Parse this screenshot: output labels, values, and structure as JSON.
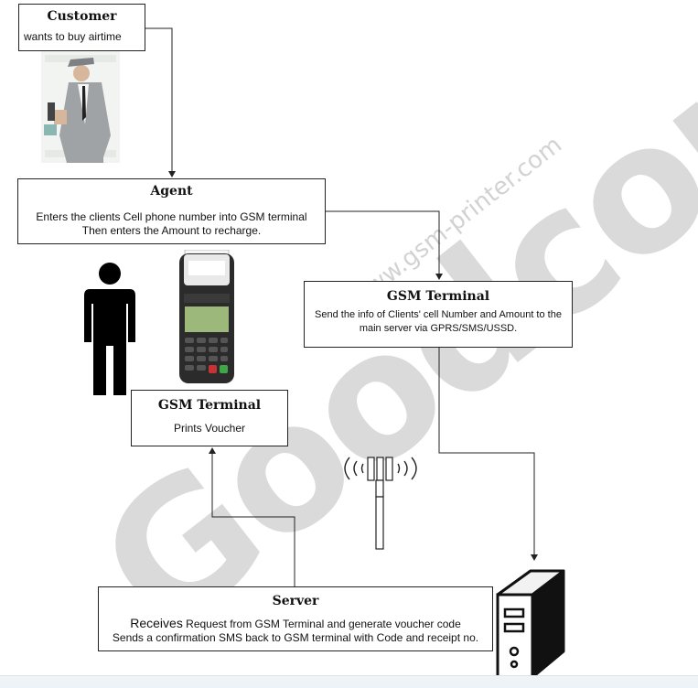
{
  "customer": {
    "title": "Customer",
    "text": "wants to buy airtime"
  },
  "agent": {
    "title": "Agent",
    "line1": "Enters the clients Cell phone number into GSM terminal",
    "line2": "Then enters the Amount to recharge."
  },
  "gsm_terminal_send": {
    "title": "GSM Terminal",
    "line1": "Send the info of Clients' cell Number and Amount to the",
    "line2": "main server via GPRS/SMS/USSD."
  },
  "gsm_terminal_print": {
    "title": "GSM Terminal",
    "text": "Prints Voucher"
  },
  "server": {
    "title": "Server",
    "line1_lead": "Receives",
    "line1_rest": " Request from GSM Terminal and generate voucher code",
    "line2": "Sends a confirmation SMS back to GSM terminal with Code and receipt no."
  },
  "watermark": {
    "brand": "Goodcom",
    "url": "www.gsm-printer.com"
  },
  "icons": [
    "customer-photo-icon",
    "person-silhouette-icon",
    "gsm-terminal-device-icon",
    "antenna-tower-icon",
    "server-tower-icon"
  ]
}
